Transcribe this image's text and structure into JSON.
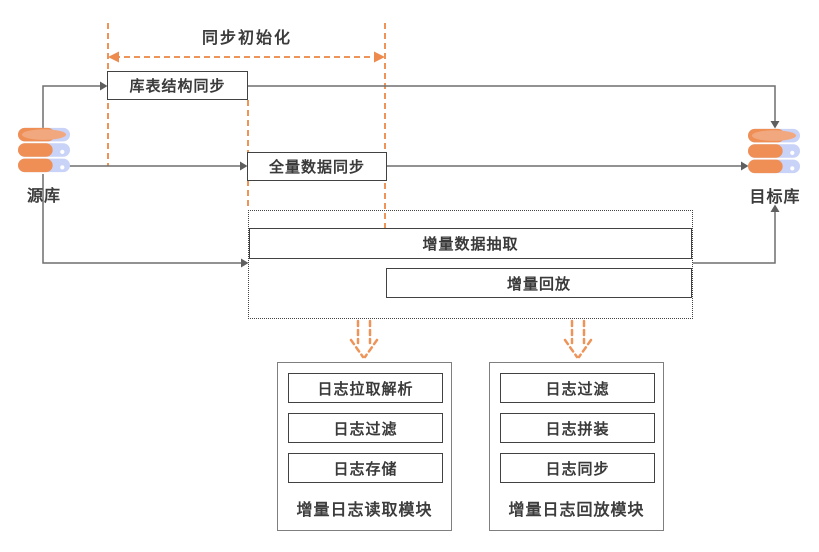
{
  "title": "同步初始化",
  "source_db": {
    "label": "源库"
  },
  "target_db": {
    "label": "目标库"
  },
  "flow_boxes": {
    "schema_sync": "库表结构同步",
    "full_sync": "全量数据同步",
    "incr_extract": "增量数据抽取",
    "incr_replay": "增量回放"
  },
  "modules": [
    {
      "label": "增量日志读取模块",
      "items": [
        "日志拉取解析",
        "日志过滤",
        "日志存储"
      ]
    },
    {
      "label": "增量日志回放模块",
      "items": [
        "日志过滤",
        "日志拼装",
        "日志同步"
      ]
    }
  ],
  "colors": {
    "accent_orange": "#EE9458",
    "line_gray": "#6F6F6F",
    "text": "#3a3a3a",
    "db_blue": "#C9D2F7",
    "db_orange": "#EF8F55",
    "db_orange_light": "#F2A87E"
  }
}
